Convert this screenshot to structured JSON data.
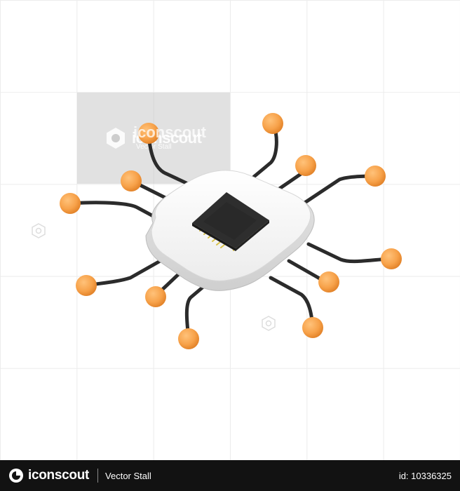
{
  "watermark": {
    "brand": "iconscout",
    "author": "Vector Stall"
  },
  "footer": {
    "brand": "iconscout",
    "author": "Vector Stall",
    "id_label": "id: 10336325"
  },
  "colors": {
    "node": "#F7A24A",
    "wire": "#2b2b2b",
    "board": "#f2f2f2",
    "chip": "#2e2e2e",
    "pin": "#d9c24a",
    "footer_bg": "#121212"
  },
  "icons": [
    "iconscout-logo-icon",
    "cpu-chip-icon",
    "circuit-node-icon"
  ]
}
